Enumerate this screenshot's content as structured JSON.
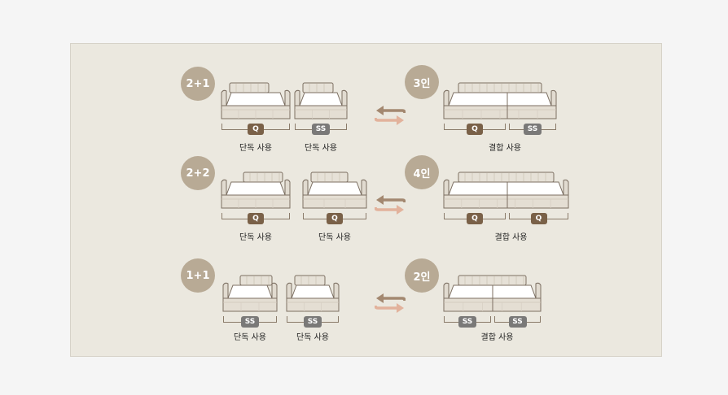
{
  "colors": {
    "panel_bg": "#ebe8df",
    "badge": "#b8aa95",
    "queen_tag": "#7a6148",
    "super_single_tag": "#7a7978",
    "arrow_top": "#a38870",
    "arrow_bottom": "#e2b29c"
  },
  "rows": [
    {
      "separate_badge": "2+1",
      "combined_badge": "3인",
      "separate_beds": [
        {
          "tag": "Q",
          "caption": "단독 사용"
        },
        {
          "tag": "SS",
          "caption": "단독 사용"
        }
      ],
      "combined_tags": [
        "Q",
        "SS"
      ],
      "combined_caption": "결합 사용",
      "swap_icon": "swap-arrows-icon"
    },
    {
      "separate_badge": "2+2",
      "combined_badge": "4인",
      "separate_beds": [
        {
          "tag": "Q",
          "caption": "단독 사용"
        },
        {
          "tag": "Q",
          "caption": "단독 사용"
        }
      ],
      "combined_tags": [
        "Q",
        "Q"
      ],
      "combined_caption": "결합 사용",
      "swap_icon": "swap-arrows-icon"
    },
    {
      "separate_badge": "1+1",
      "combined_badge": "2인",
      "separate_beds": [
        {
          "tag": "SS",
          "caption": "단독 사용"
        },
        {
          "tag": "SS",
          "caption": "단독 사용"
        }
      ],
      "combined_tags": [
        "SS",
        "SS"
      ],
      "combined_caption": "결합 사용",
      "swap_icon": "swap-arrows-icon"
    }
  ]
}
